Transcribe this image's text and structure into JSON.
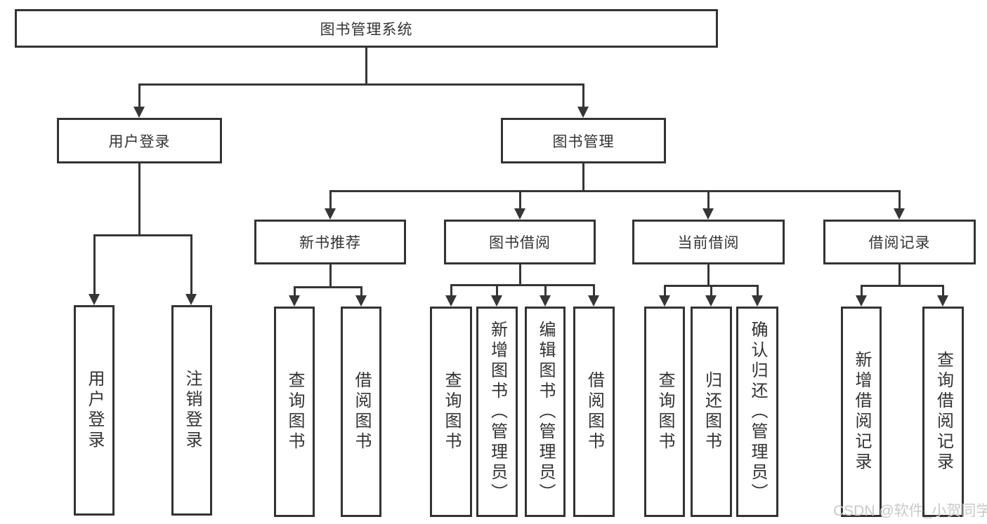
{
  "diagram": {
    "root": {
      "label": "图书管理系统"
    },
    "level2": {
      "user_login": {
        "label": "用户登录"
      },
      "book_management": {
        "label": "图书管理"
      }
    },
    "level3": {
      "new_book_recommend": {
        "label": "新书推荐"
      },
      "book_borrow": {
        "label": "图书借阅"
      },
      "current_borrow": {
        "label": "当前借阅"
      },
      "borrow_records": {
        "label": "借阅记录"
      }
    },
    "level4": {
      "user": [
        "用户登录",
        "注销登录"
      ],
      "recommend": [
        "查询图书",
        "借阅图书"
      ],
      "borrow": [
        "查询图书",
        "新增图书（管理员）",
        "编辑图书（管理员）",
        "借阅图书"
      ],
      "current": [
        "查询图书",
        "归还图书",
        "确认归还（管理员）"
      ],
      "records": [
        "新增借阅记录",
        "查询借阅记录"
      ]
    }
  },
  "watermark": "CSDN @软件_小贺同学",
  "colors": {
    "line": "#363636",
    "box_border": "#333333",
    "background": "#ffffff",
    "watermark_text": "#c9c9c9"
  }
}
